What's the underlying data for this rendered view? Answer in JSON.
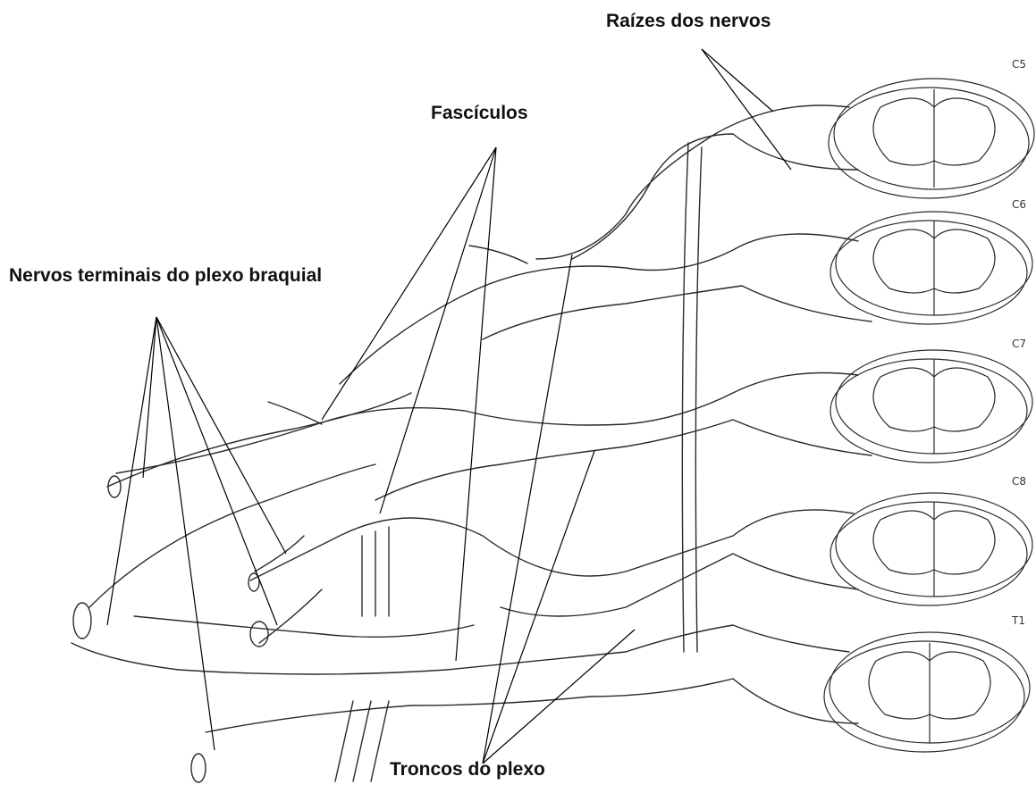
{
  "labels": {
    "roots": "Raízes dos nervos",
    "fascicles": "Fascículos",
    "terminal": "Nervos terminais do plexo braquial",
    "trunks": "Troncos do plexo"
  },
  "segments": [
    "C5",
    "C6",
    "C7",
    "C8",
    "T1"
  ],
  "colors": {
    "line": "#2a2a2a",
    "text": "#111111",
    "background": "#ffffff"
  }
}
